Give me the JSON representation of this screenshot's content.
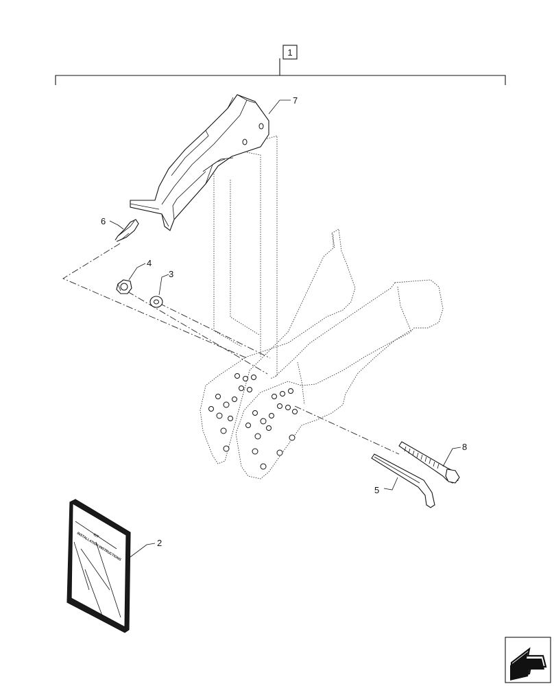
{
  "assembly": {
    "item_label": "1"
  },
  "callouts": [
    {
      "id": "7",
      "label": "7"
    },
    {
      "id": "6",
      "label": "6"
    },
    {
      "id": "4",
      "label": "4"
    },
    {
      "id": "3",
      "label": "3"
    },
    {
      "id": "8",
      "label": "8"
    },
    {
      "id": "5",
      "label": "5"
    },
    {
      "id": "2",
      "label": "2"
    }
  ],
  "manual": {
    "line1": "KIT",
    "line2": "INSTALLATION INSTRUCTIONS"
  },
  "nav": {
    "icon": "next-page-arrow-icon"
  },
  "colors": {
    "line": "#111111",
    "background": "#ffffff"
  }
}
